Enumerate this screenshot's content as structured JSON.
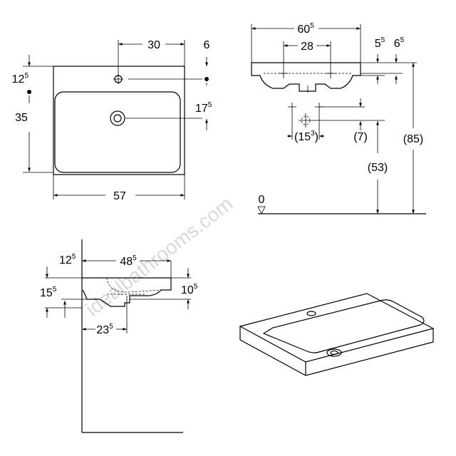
{
  "watermark": "idealbathrooms.com",
  "dimensions": {
    "top_30": "30",
    "top_6": "6",
    "top_12_5": [
      "12",
      "5"
    ],
    "top_35": "35",
    "top_17_5": [
      "17",
      "5"
    ],
    "top_57": "57",
    "side_60_5": [
      "60",
      "5"
    ],
    "side_28": "28",
    "side_5_5": [
      "5",
      "5"
    ],
    "side_6_5": [
      "6",
      "5"
    ],
    "side_15_3": [
      "(15",
      "3",
      ")"
    ],
    "side_7": "(7)",
    "side_53": "(53)",
    "side_85": "(85)",
    "side_0": "0",
    "sec_12_5": [
      "12",
      "5"
    ],
    "sec_48_5": [
      "48",
      "5"
    ],
    "sec_15_5": [
      "15",
      "5"
    ],
    "sec_10_5": [
      "10",
      "5"
    ],
    "sec_23_5": [
      "23",
      "5"
    ]
  }
}
